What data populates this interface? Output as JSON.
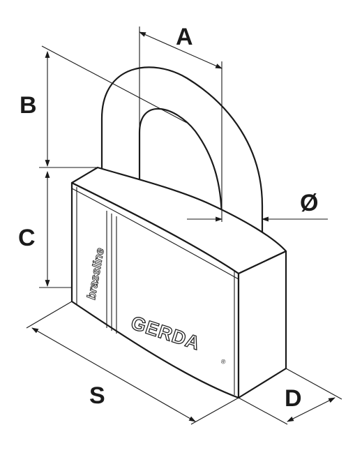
{
  "diagram": {
    "dimensions": {
      "a": "A",
      "b": "B",
      "c": "C",
      "s": "S",
      "d": "D",
      "diameter": "Ø"
    },
    "branding": {
      "line_name": "brassline",
      "logo": "GERDA",
      "registered_mark": "®"
    },
    "colors": {
      "ink": "#1a1a1a",
      "background": "#ffffff"
    }
  }
}
